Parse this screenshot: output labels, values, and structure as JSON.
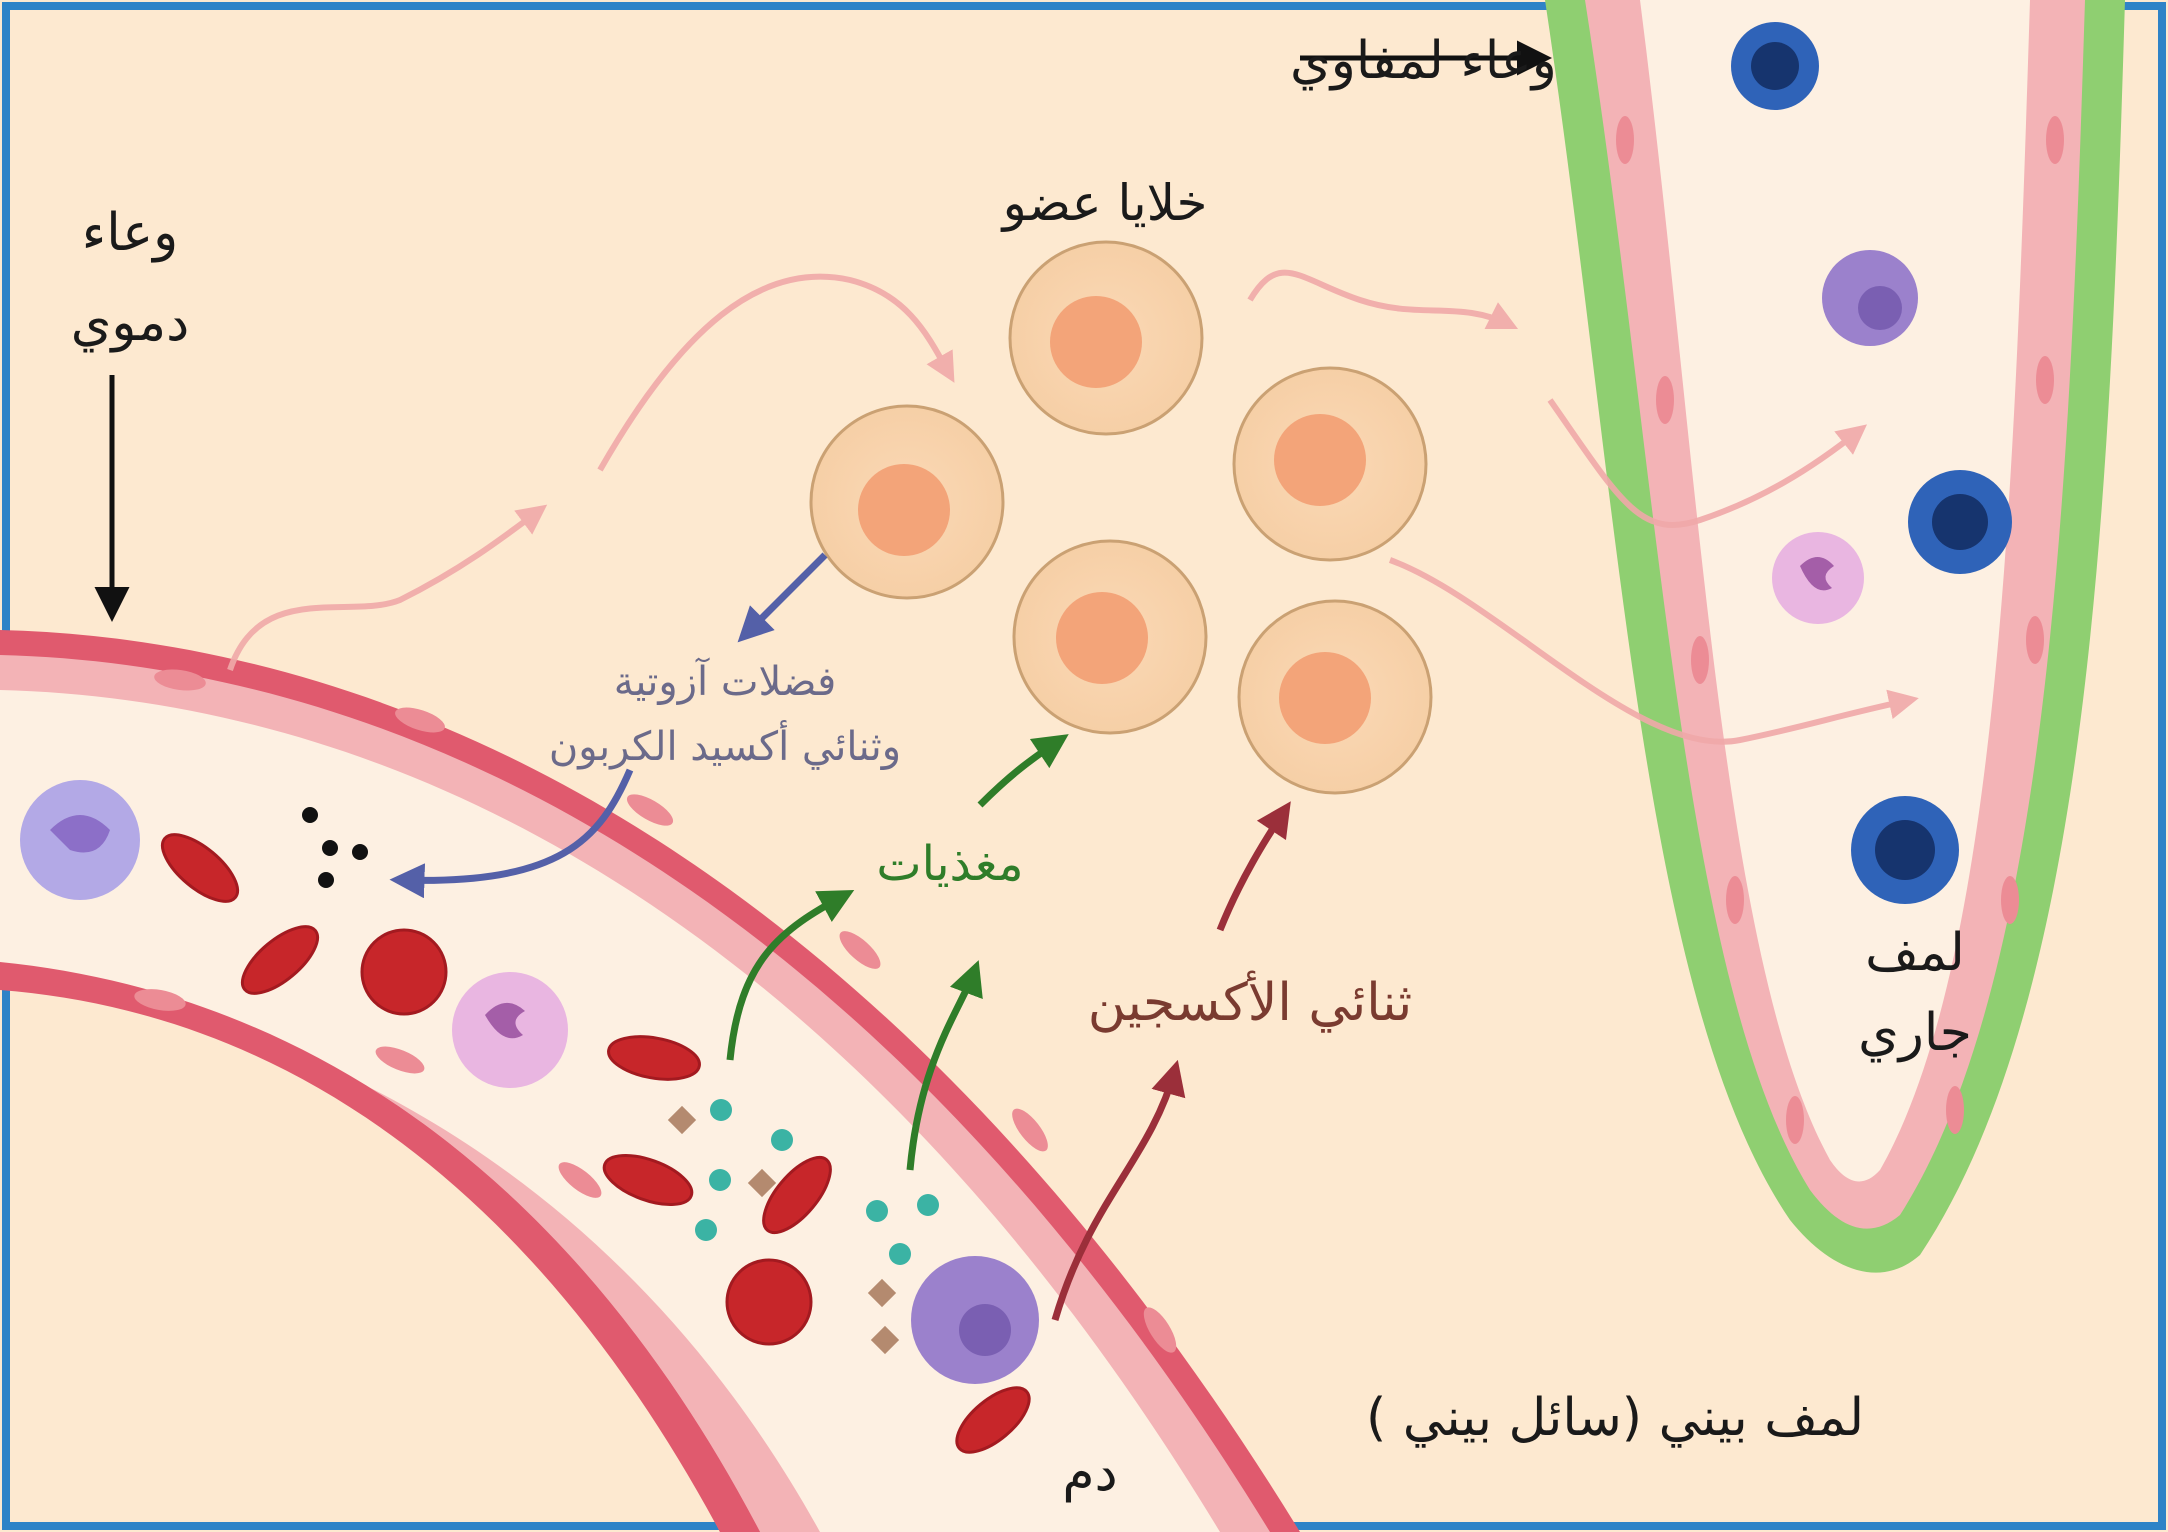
{
  "labels": {
    "lymph_vessel": "وعاء لمفاوي",
    "blood_vessel_line1": "وعاء",
    "blood_vessel_line2": "دموي",
    "organ_cells": "خلايا عضو",
    "waste_line1": "فضلات آزوتية",
    "waste_line2": "وثنائي أكسيد الكربون",
    "nutrients": "مغذيات",
    "oxygen": "ثنائي الأكسجين",
    "flowing_lymph_line1": "لمف",
    "flowing_lymph_line2": "جاري",
    "blood": "دم",
    "interstitial_lymph": "لمف بيني (سائل بيني )"
  },
  "colors": {
    "background": "#fde9d0",
    "frame": "#2e83c7",
    "vessel_wall": "#e05a6e",
    "endothelium": "#f3b3b6",
    "lumen": "#fdf0e2",
    "lymph_wall": "#8fcf71",
    "nutrient_arrow": "#2f7d29",
    "oxygen_arrow": "#9b2f3a",
    "waste_arrow": "#5460a8",
    "flow_arrow": "#f0a9a9",
    "label_green": "#2f7d29",
    "label_brown": "#7a3b30",
    "label_purple": "#6b6a8a"
  }
}
